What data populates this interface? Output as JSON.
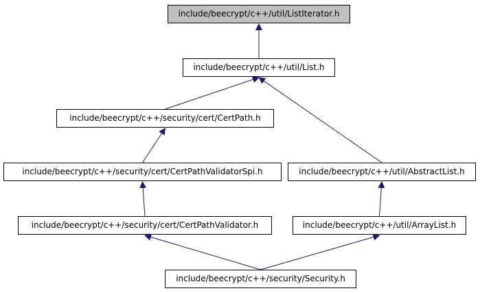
{
  "colors": {
    "edge": "#191970",
    "node_border": "#000000",
    "node_fill": "#ffffff",
    "root_fill": "#bfbfbf"
  },
  "nodes": {
    "list_iterator": "include/beecrypt/c++/util/ListIterator.h",
    "list": "include/beecrypt/c++/util/List.h",
    "cert_path": "include/beecrypt/c++/security/cert/CertPath.h",
    "cert_path_validator_spi": "include/beecrypt/c++/security/cert/CertPathValidatorSpi.h",
    "abstract_list": "include/beecrypt/c++/util/AbstractList.h",
    "cert_path_validator": "include/beecrypt/c++/security/cert/CertPathValidator.h",
    "array_list": "include/beecrypt/c++/util/ArrayList.h",
    "security": "include/beecrypt/c++/security/Security.h"
  },
  "edges": [
    {
      "from": "list",
      "to": "list_iterator"
    },
    {
      "from": "cert_path",
      "to": "list"
    },
    {
      "from": "abstract_list",
      "to": "list"
    },
    {
      "from": "cert_path_validator_spi",
      "to": "cert_path"
    },
    {
      "from": "cert_path_validator",
      "to": "cert_path_validator_spi"
    },
    {
      "from": "array_list",
      "to": "abstract_list"
    },
    {
      "from": "security",
      "to": "cert_path_validator"
    },
    {
      "from": "security",
      "to": "array_list"
    }
  ]
}
